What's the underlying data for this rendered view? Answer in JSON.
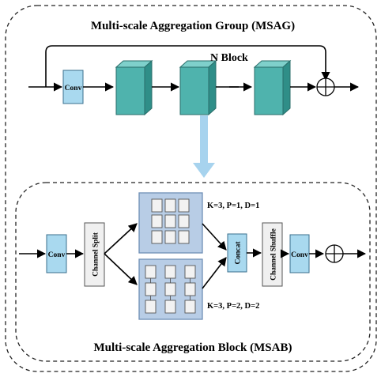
{
  "group": {
    "title": "Multi-scale Aggregation Group (MSAG)",
    "n_block_label": "N Block",
    "conv_label": "Conv",
    "block_count": 3
  },
  "block": {
    "title": "Multi-scale Aggregation Block (MSAB)",
    "conv_in_label": "Conv",
    "channel_split_label": "Channel Split",
    "concat_label": "Concat",
    "channel_shuffle_label": "Channel Shuffle",
    "conv_out_label": "Conv",
    "branch_top_params": "K=3, P=1, D=1",
    "branch_bottom_params": "K=3, P=2, D=2"
  },
  "colors": {
    "conv_fill": "#a9d9ef",
    "cube_front": "#4fb3ad",
    "cube_top": "#7fd0cb",
    "cube_side": "#2f8e88",
    "split_fill": "#f0f0f0",
    "branch_fill": "#b8cde6",
    "branch_stroke": "#6f8fb6",
    "cell_fill": "#f2f2f2",
    "expand_arrow": "#a7d3ee"
  }
}
